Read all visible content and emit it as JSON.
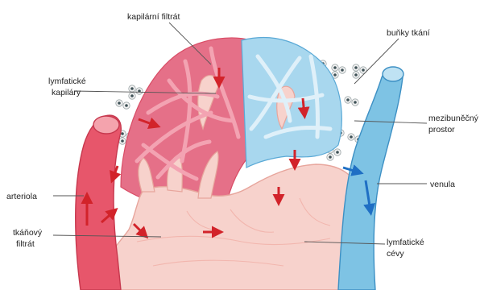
{
  "labels": {
    "capillary_filtrate": "kapilární filtrát",
    "tissue_cells": "buňky tkání",
    "lymph_capillaries_1": "lymfatické",
    "lymph_capillaries_2": "kapiláry",
    "interstitial_1": "mezibuněčný",
    "interstitial_2": "prostor",
    "arteriole": "arteriola",
    "venule": "venula",
    "tissue_filtrate_1": "tkáňový",
    "tissue_filtrate_2": "filtrát",
    "lymph_vessels_1": "lymfatické",
    "lymph_vessels_2": "cévy"
  },
  "colors": {
    "arterial": "#e7566b",
    "arterial_light": "#f19aa6",
    "capillary_bed": "#e57088",
    "venous": "#7ec3e4",
    "venous_light": "#a8d7ee",
    "venous_arrow": "#1f6fc4",
    "lymph": "#f7d2cc",
    "lymph_edge": "#e7a59c",
    "flow_arrow": "#d2232a",
    "cell_nucleus": "#3f5257"
  }
}
